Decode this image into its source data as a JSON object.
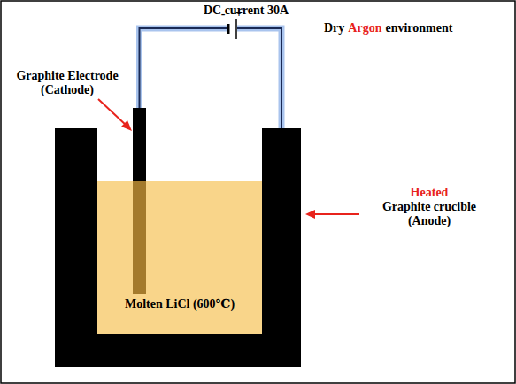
{
  "diagram": {
    "labels": [
      "DC current 30A",
      "-",
      "+",
      "Graphite Electrode (Cathode)",
      "Dry",
      "Argon",
      "environment",
      "Heated",
      "Graphite crucible (Anode)",
      "Molten LiCl (600℃)"
    ]
  }
}
